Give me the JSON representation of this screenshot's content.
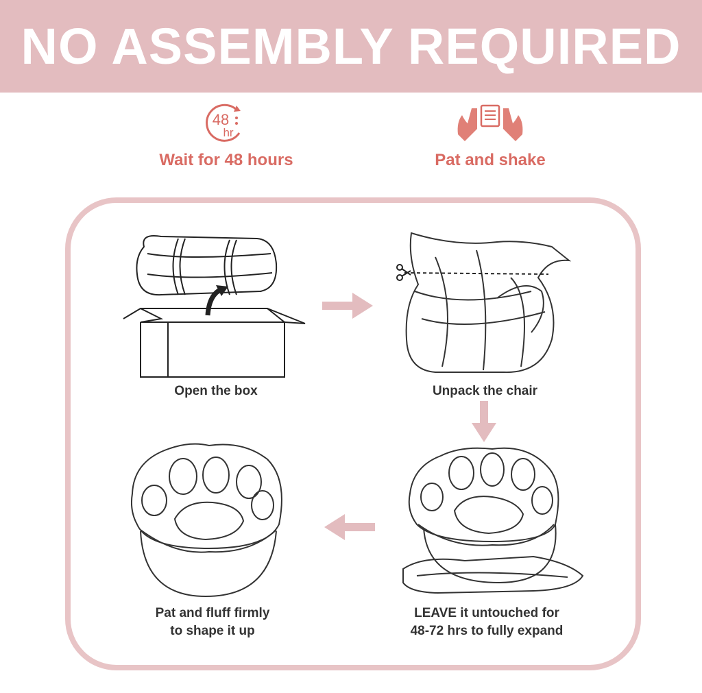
{
  "banner": {
    "title": "NO ASSEMBLY REQUIRED"
  },
  "tips": {
    "wait": {
      "icon": "clock-48hr-icon",
      "badge_number": "48",
      "badge_unit": "hr",
      "label": "Wait for 48 hours"
    },
    "pat": {
      "icon": "hands-pat-icon",
      "label": "Pat and shake"
    }
  },
  "steps": [
    {
      "label_line1": "Open the box",
      "label_line2": ""
    },
    {
      "label_line1": "Unpack the chair",
      "label_line2": ""
    },
    {
      "label_line1": "LEAVE it untouched for",
      "label_line2": "48-72 hrs to fully expand"
    },
    {
      "label_line1": "Pat and fluff firmly",
      "label_line2": "to shape it up"
    }
  ],
  "colors": {
    "banner": "#e3bcbf",
    "accent": "#d96b63",
    "panel_border": "#e8c4c6",
    "arrow": "#e3bcbf"
  }
}
